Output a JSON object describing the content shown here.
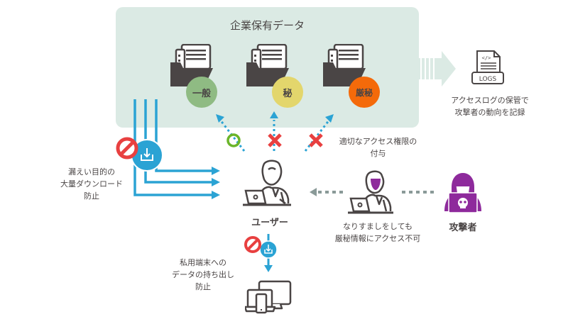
{
  "panel": {
    "title": "企業保有データ",
    "folders": [
      {
        "badge": "一般",
        "badge_color": "#8fbb83"
      },
      {
        "badge": "秘",
        "badge_color": "#e3d66c"
      },
      {
        "badge": "厳秘",
        "badge_color": "#f46a0a",
        "badge_text_color": "#4a4545"
      }
    ]
  },
  "logs": {
    "icon_text": "LOGS",
    "code_text": "</>",
    "caption_line1": "アクセスログの保管で",
    "caption_line2": "攻撃者の動向を記録"
  },
  "access": {
    "caption_line1": "適切なアクセス権限の",
    "caption_line2": "付与",
    "results": [
      "allowed",
      "denied",
      "denied"
    ]
  },
  "bulk_download": {
    "caption_line1": "漏えい目的の",
    "caption_line2": "大量ダウンロード",
    "caption_line3": "防止"
  },
  "user": {
    "label": "ユーザー"
  },
  "impersonation": {
    "caption_line1": "なりすましをしても",
    "caption_line2": "厳秘情報にアクセス不可"
  },
  "attacker": {
    "label": "攻撃者"
  },
  "private_device": {
    "caption_line1": "私用端末への",
    "caption_line2": "データの持ち出し",
    "caption_line3": "防止"
  },
  "colors": {
    "panel_bg": "#dbeae4",
    "flow_blue": "#2ba3d4",
    "deny_red": "#e84040",
    "allow_green": "#6bb52a",
    "attacker_purple": "#8e2a9c",
    "icon_dark": "#4a4545",
    "dotted_gray": "#8a9a98"
  }
}
